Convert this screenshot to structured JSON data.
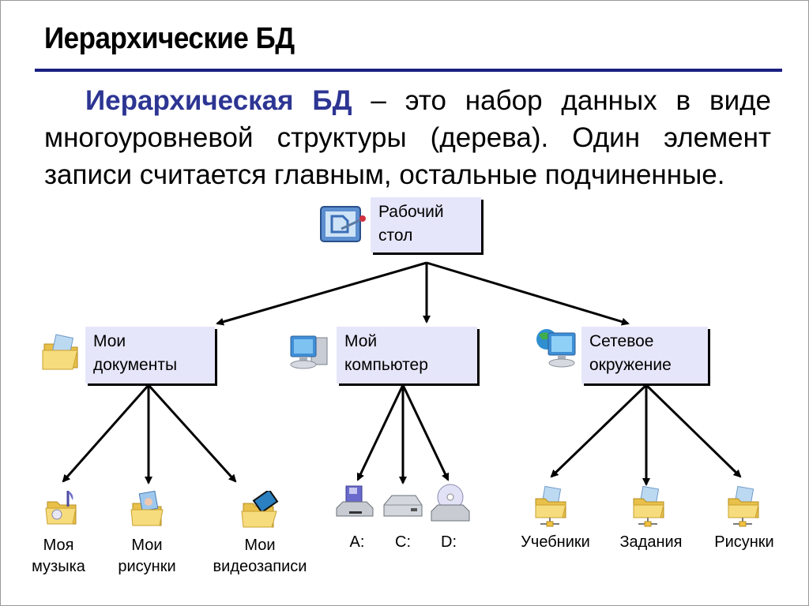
{
  "slide": {
    "title": "Иерархические БД",
    "paragraph": {
      "term": "Иерархическая БД",
      "rest": " – это набор данных в виде многоуровневой структуры (дерева). Один элемент записи считается главным, остальные подчиненные."
    }
  },
  "tree": {
    "root": {
      "line1": "Рабочий",
      "line2": "стол",
      "icon": "desktop-icon"
    },
    "level1": [
      {
        "line1": "Мои",
        "line2": "документы",
        "icon": "my-documents-folder-icon"
      },
      {
        "line1": "Мой",
        "line2": "компьютер",
        "icon": "my-computer-icon"
      },
      {
        "line1": "Сетевое",
        "line2": "окружение",
        "icon": "network-places-icon"
      }
    ],
    "level2": [
      {
        "line1": "Моя",
        "line2": "музыка",
        "icon": "music-folder-icon"
      },
      {
        "line1": "Мои",
        "line2": "рисунки",
        "icon": "pictures-folder-icon"
      },
      {
        "line1": "Мои",
        "line2": "видеозаписи",
        "icon": "video-folder-icon"
      },
      {
        "line1": "A:",
        "line2": "",
        "icon": "floppy-drive-icon"
      },
      {
        "line1": "C:",
        "line2": "",
        "icon": "hard-drive-icon"
      },
      {
        "line1": "D:",
        "line2": "",
        "icon": "cd-drive-icon"
      },
      {
        "line1": "Учебники",
        "line2": "",
        "icon": "shared-folder-icon"
      },
      {
        "line1": "Задания",
        "line2": "",
        "icon": "shared-folder-icon"
      },
      {
        "line1": "Рисунки",
        "line2": "",
        "icon": "shared-folder-icon"
      }
    ]
  },
  "colors": {
    "accent": "#1a1f80",
    "term": "#2d3593",
    "node_fill": "#e6e6fa"
  }
}
